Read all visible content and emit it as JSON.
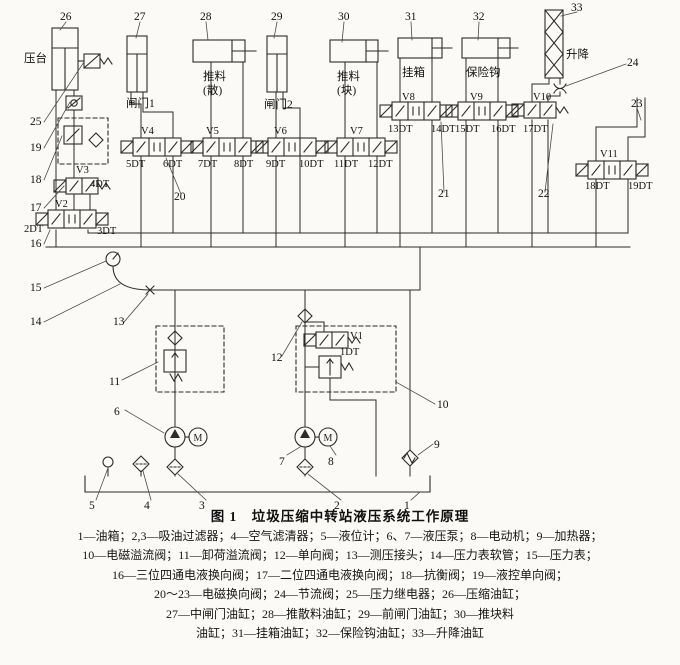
{
  "figure": {
    "caption": "图 1　垃圾压缩中转站液压系统工作原理",
    "legend_lines": [
      "1—油箱；2,3—吸油过滤器；4—空气滤清器；5—液位计；6、7—液压泵；8—电动机；9—加热器；",
      "10—电磁溢流阀；11—卸荷溢流阀；12—单向阀；13—测压接头；14—压力表软管；15—压力表；",
      "16—三位四通电液换向阀；17—二位四通电液换向阀；18—抗衡阀；19—液控单向阀；",
      "20～23—电磁换向阀；24—节流阀；25—压力继电器；26—压缩油缸；",
      "27—中闸门油缸；28—推散料油缸；29—前闸门油缸；30—推块料",
      "油缸；31—挂箱油缸；32—保险钩油缸；33—升降油缸"
    ]
  },
  "cylinders": {
    "compress": "压台",
    "gate1": "闸门1",
    "push_loose_top": "推料",
    "push_loose_bottom": "(散)",
    "gate2": "闸门2",
    "push_block_top": "推料",
    "push_block_bottom": "(块)",
    "hang_box": "挂箱",
    "safety_hook": "保险钩",
    "lift": "升降"
  },
  "valves": {
    "v1": "V1",
    "v2": "V2",
    "v3": "V3",
    "v4": "V4",
    "v5": "V5",
    "v6": "V6",
    "v7": "V7",
    "v8": "V8",
    "v9": "V9",
    "v10": "V10",
    "v11": "V11"
  },
  "dt": {
    "dt1": "1DT",
    "dt2": "2DT",
    "dt3": "3DT",
    "dt4": "4DT",
    "dt5": "5DT",
    "dt6": "6DT",
    "dt7": "7DT",
    "dt8": "8DT",
    "dt9": "9DT",
    "dt10": "10DT",
    "dt11": "11DT",
    "dt12": "12DT",
    "dt13": "13DT",
    "dt14": "14DT",
    "dt15": "15DT",
    "dt16": "16DT",
    "dt17": "17DT",
    "dt18": "18DT",
    "dt19": "19DT"
  },
  "callouts": {
    "c1": "1",
    "c2": "2",
    "c3": "3",
    "c4": "4",
    "c5": "5",
    "c6": "6",
    "c7": "7",
    "c8": "8",
    "c9": "9",
    "c10": "10",
    "c11": "11",
    "c12": "12",
    "c13": "13",
    "c14": "14",
    "c15": "15",
    "c16": "16",
    "c17": "17",
    "c18": "18",
    "c19": "19",
    "c20": "20",
    "c21": "21",
    "c22": "22",
    "c23": "23",
    "c24": "24",
    "c25": "25",
    "c26": "26",
    "c27": "27",
    "c28": "28",
    "c29": "29",
    "c30": "30",
    "c31": "31",
    "c32": "32",
    "c33": "33"
  },
  "symbols": {
    "motor": "M"
  }
}
